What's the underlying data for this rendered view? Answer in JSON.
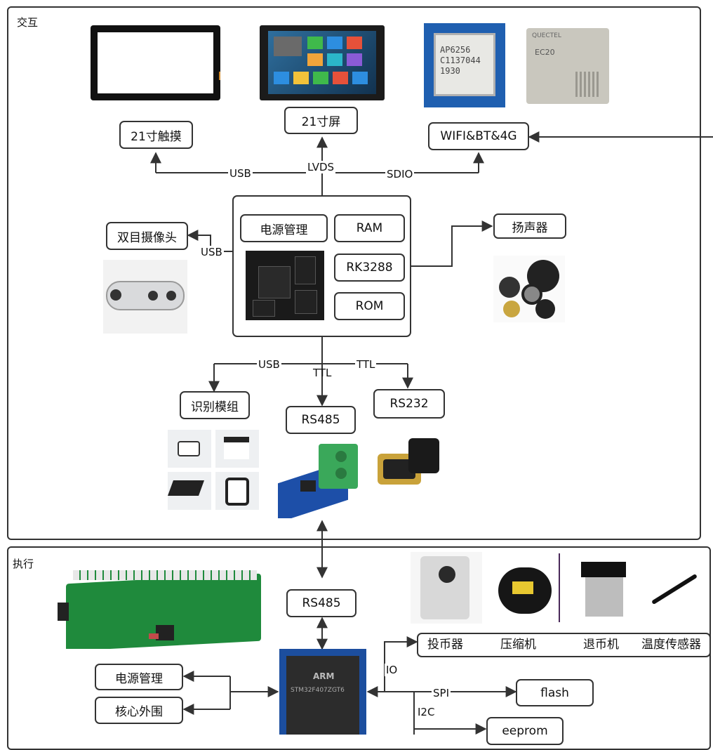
{
  "sections": {
    "interaction": "交互",
    "execution": "执行"
  },
  "boxes": {
    "touch": "21寸触摸",
    "screen": "21寸屏",
    "wireless": "WIFI&BT&4G",
    "camera": "双目摄像头",
    "power_mgmt_top": "电源管理",
    "ram": "RAM",
    "soc": "RK3288",
    "rom": "ROM",
    "speaker": "扬声器",
    "recog_module": "识别模组",
    "rs485_top": "RS485",
    "rs232": "RS232",
    "rs485_bottom": "RS485",
    "power_mgmt_bottom": "电源管理",
    "core_periph": "核心外围",
    "coin_in": "投币器",
    "compressor": "压缩机",
    "coin_out": "退币机",
    "temp_sensor": "温度传感器",
    "flash": "flash",
    "eeprom": "eeprom"
  },
  "links": {
    "usb_touch": "USB",
    "lvds": "LVDS",
    "sdio": "SDIO",
    "usb_camera": "USB",
    "usb_recog": "USB",
    "ttl_rs485": "TTL",
    "ttl_rs232": "TTL",
    "io": "IO",
    "spi": "SPI",
    "i2c": "I2C"
  },
  "chip_text": {
    "wifi_chip": [
      "AP6256",
      "C1137044",
      "1930"
    ],
    "lte_chip": [
      "QUECTEL",
      "EC20"
    ],
    "mcu": [
      "ARM",
      "STM32F407ZGT6"
    ]
  }
}
